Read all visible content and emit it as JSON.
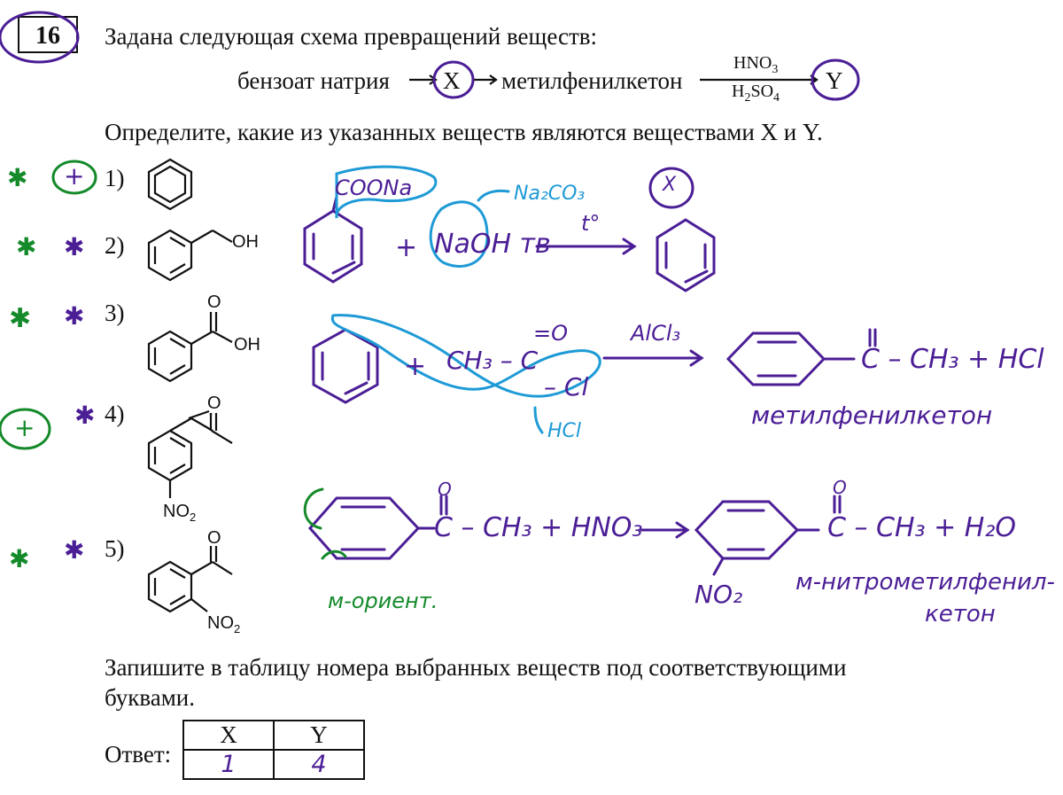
{
  "task": {
    "number": "16",
    "intro": "Задана следующая схема превращений веществ:",
    "scheme": {
      "start": "бензоат натрия",
      "x": "X",
      "middle": "метилфенилкетон",
      "reagent_top": "HNO",
      "reagent_top_sub": "3",
      "reagent_bottom": "H",
      "reagent_bottom_sub1": "2",
      "reagent_bottom_mid": "SO",
      "reagent_bottom_sub2": "4",
      "y": "Y"
    },
    "question": "Определите, какие из указанных веществ являются веществами X и Y.",
    "instruction_line1": "Запишите  в  таблицу  номера  выбранных  веществ  под  соответствующими",
    "instruction_line2": "буквами."
  },
  "options": [
    {
      "label": "1)",
      "oh": ""
    },
    {
      "label": "2)",
      "oh": "OH"
    },
    {
      "label": "3)",
      "oh": "OH",
      "o": "O"
    },
    {
      "label": "4)",
      "o": "O",
      "no2": "NO",
      "no2_sub": "2"
    },
    {
      "label": "5)",
      "o": "O",
      "no2": "NO",
      "no2_sub": "2"
    }
  ],
  "answer": {
    "label": "Ответ:",
    "headers": [
      "X",
      "Y"
    ],
    "values": [
      "1",
      "4"
    ]
  },
  "handwriting": {
    "reaction1": {
      "coona": "COONa",
      "plus": "+",
      "naoh": "NaOH тв",
      "t": "t°",
      "na2co3": "Na₂CO₃",
      "x_mark": "X"
    },
    "reaction2": {
      "ch3co": "CH₃ – C",
      "o": "=O",
      "cl": "– Cl",
      "alcl3": "AlCl₃",
      "product": "C – CH₃ + HCl",
      "hcl": "HCl",
      "name": "метилфенилкетон"
    },
    "reaction3": {
      "reactant": "C – CH₃ + HNO₃",
      "product": "C – CH₃ + H₂O",
      "o": "O",
      "no2": "NO₂",
      "meta": "м-ориент.",
      "name_line1": "м-нитрометилфенил-",
      "name_line2": "кетон"
    },
    "marks": {
      "plus": "+",
      "cross": "✱"
    }
  },
  "colors": {
    "purple": "#4b1e96",
    "green": "#148a2a",
    "blue": "#1e9ad6",
    "ink": "#111111"
  }
}
